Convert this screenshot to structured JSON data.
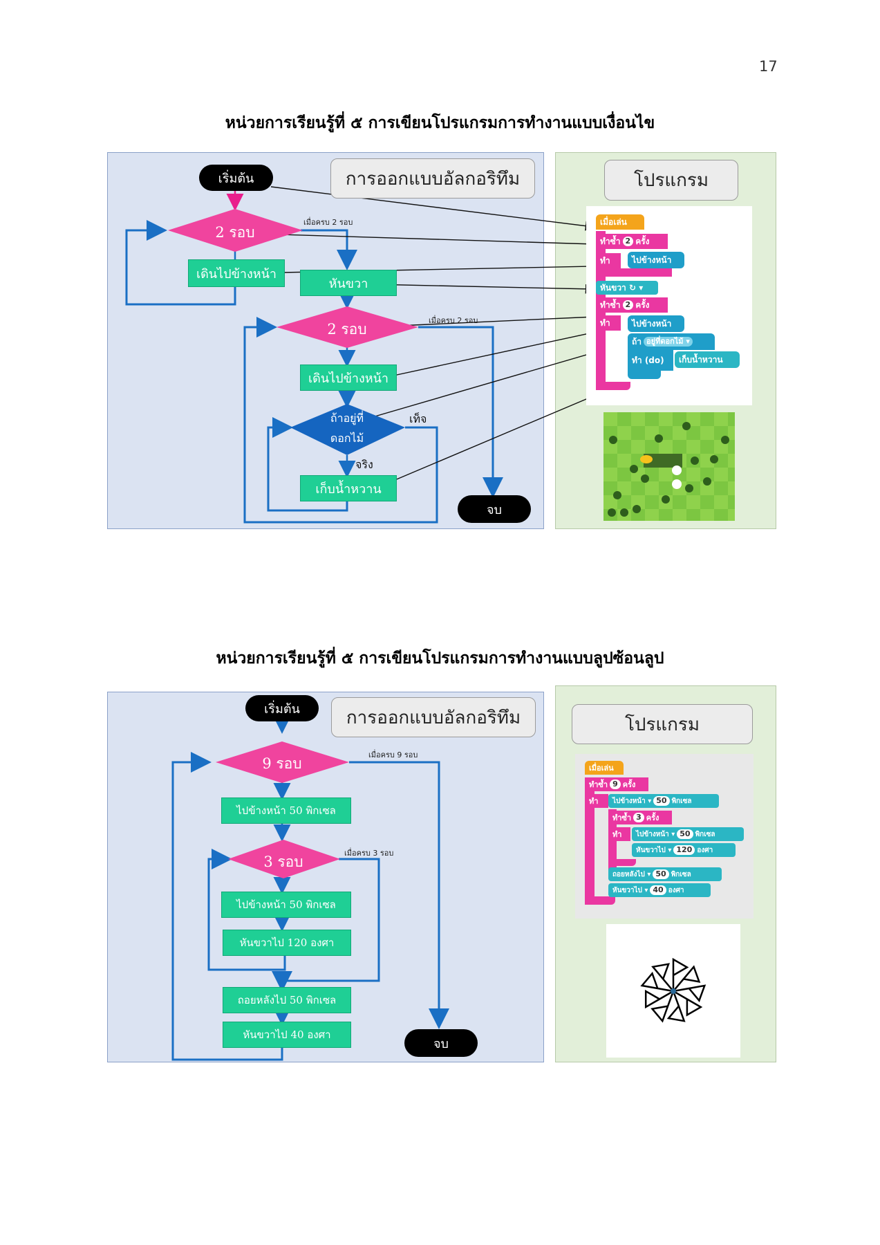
{
  "page_number": "17",
  "section1": {
    "title": "หน่วยการเรียนรู้ที่ ๕ การเขียนโปรแกรมการทำงานแบบเงื่อนไข",
    "algorithm_header": "การออกแบบอัลกอริทึม",
    "program_header": "โปรแกรม",
    "start": "เริ่มต้น",
    "end": "จบ",
    "loop1": "2 รอบ",
    "loop1_note": "เมื่อครบ 2 รอบ",
    "walk1": "เดินไปข้างหน้า",
    "turn_right": "หันขวา",
    "loop2": "2 รอบ",
    "loop2_note": "เมื่อครบ 2 รอบ",
    "walk2": "เดินไปข้างหน้า",
    "condition_line1": "ถ้าอยู่ที่",
    "condition_line2": "ดอกไม้",
    "false_label": "เท็จ",
    "true_label": "จริง",
    "collect": "เก็บน้ำหวาน",
    "code": {
      "when_run": "เมื่อเล่น",
      "repeat": "ทำซ้ำ",
      "times": "ครั้ง",
      "count1": "2",
      "do": "ทำ",
      "forward": "ไปข้างหน้า",
      "turn_right": "หันขวา ↻ ▾",
      "count2": "2",
      "if": "ถ้า",
      "at_flower": "อยู่ที่ดอกไม้ ▾",
      "do_do": "ทำ (do)",
      "get_nectar": "เก็บน้ำหวาน"
    }
  },
  "section2": {
    "title": "หน่วยการเรียนรู้ที่ ๕ การเขียนโปรแกรมการทำงานแบบลูปซ้อนลูป",
    "algorithm_header": "การออกแบบอัลกอริทึม",
    "program_header": "โปรแกรม",
    "start": "เริ่มต้น",
    "end": "จบ",
    "loop_outer": "9 รอบ",
    "loop_outer_note": "เมื่อครบ 9 รอบ",
    "step1": "ไปข้างหน้า 50 พิกเซล",
    "loop_inner": "3 รอบ",
    "loop_inner_note": "เมื่อครบ 3 รอบ",
    "step2": "ไปข้างหน้า 50 พิกเซล",
    "step3": "หันขวาไป 120 องศา",
    "step4": "ถอยหลังไป 50 พิกเซล",
    "step5": "หันขวาไป 40 องศา",
    "code": {
      "when_run": "เมื่อเล่น",
      "repeat": "ทำซ้ำ",
      "times": "ครั้ง",
      "count_outer": "9",
      "count_inner": "3",
      "do": "ทำ",
      "forward": "ไปข้างหน้า ▾",
      "turn_right": "หันขวาไป ▾",
      "backward": "ถอยหลังไป ▾",
      "v50": "50",
      "v120": "120",
      "v40": "40",
      "pixels": "พิกเซล",
      "degrees": "องศา"
    }
  },
  "colors": {
    "diamond_pink": "#f0449e",
    "diamond_blue": "#1565c0",
    "process_green": "#1fcf95",
    "arrow_blue": "#1a6fc4",
    "arrow_pink": "#e91e8c"
  }
}
